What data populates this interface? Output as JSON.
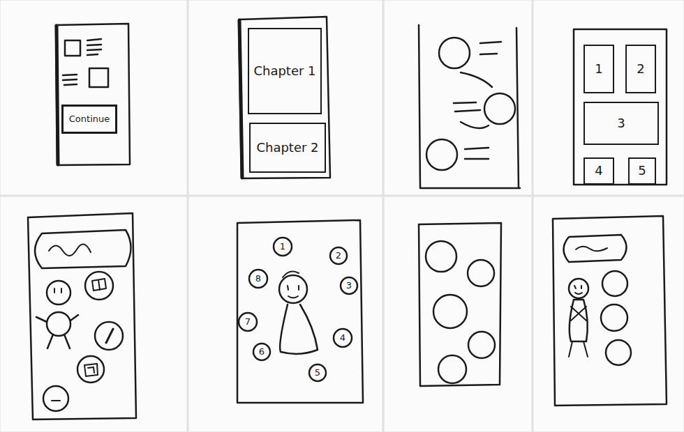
{
  "diagram": {
    "nodes": [
      {
        "text": [
          "Continue"
        ]
      },
      {
        "text": [
          "Chapter 1"
        ]
      },
      {
        "text": [
          "Chapter 2"
        ]
      },
      {
        "text": [
          "1"
        ]
      },
      {
        "text": [
          "2"
        ]
      },
      {
        "text": [
          "3"
        ]
      },
      {
        "text": [
          "4"
        ]
      },
      {
        "text": [
          "5"
        ]
      },
      {
        "text": [
          "1"
        ]
      },
      {
        "text": [
          "2"
        ]
      },
      {
        "text": [
          "3"
        ]
      },
      {
        "text": [
          "4"
        ]
      },
      {
        "text": [
          "5"
        ]
      },
      {
        "text": [
          "6"
        ]
      },
      {
        "text": [
          "7"
        ]
      },
      {
        "text": [
          "8"
        ]
      }
    ]
  }
}
